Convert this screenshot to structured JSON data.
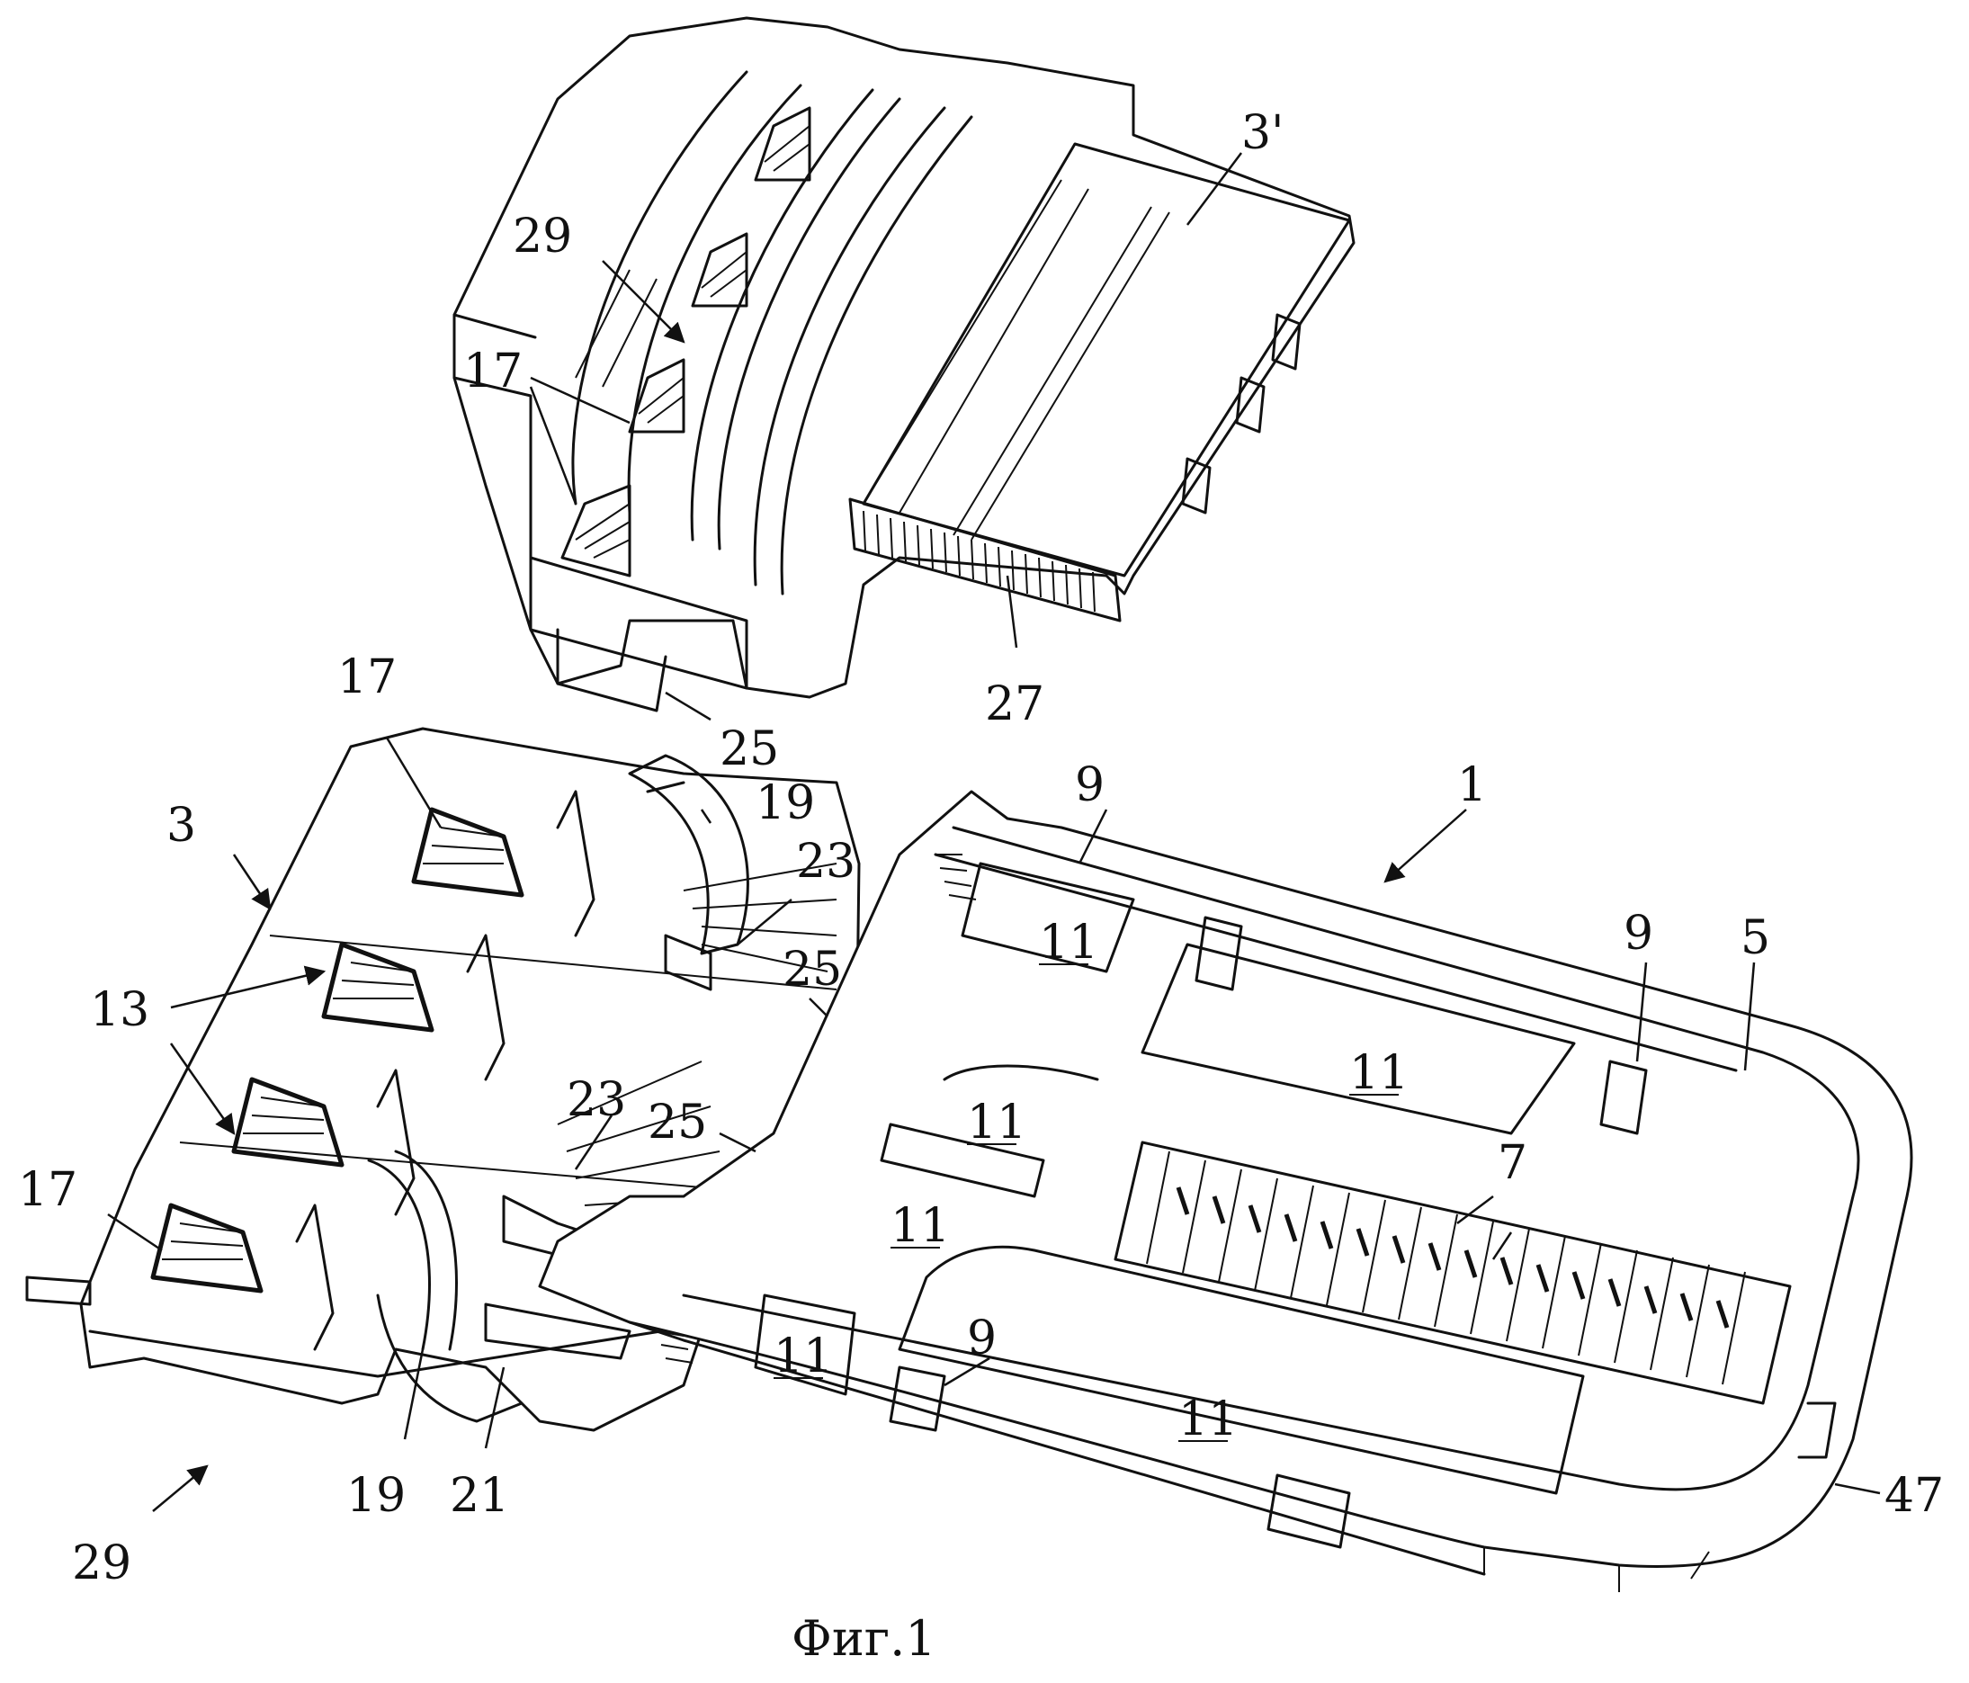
{
  "figure": {
    "caption": "Фиг.1",
    "labels": {
      "l_3prime": "3'",
      "l_29_top": "29",
      "l_17_top": "17",
      "l_27": "27",
      "l_25_top": "25",
      "l_17_mid": "17",
      "l_19_top": "19",
      "l_23_top": "23",
      "l_3": "3",
      "l_25_mid": "25",
      "l_13": "13",
      "l_23_mid": "23",
      "l_25_low": "25",
      "l_17_low": "17",
      "l_29_low": "29",
      "l_19_low": "19",
      "l_21": "21",
      "l_1": "1",
      "l_9_top": "9",
      "l_9_right": "9",
      "l_5": "5",
      "l_11_a": "11",
      "l_11_b": "11",
      "l_11_c": "11",
      "l_11_d": "11",
      "l_11_e": "11",
      "l_11_f": "11",
      "l_7": "7",
      "l_9_low": "9",
      "l_47": "47"
    }
  }
}
